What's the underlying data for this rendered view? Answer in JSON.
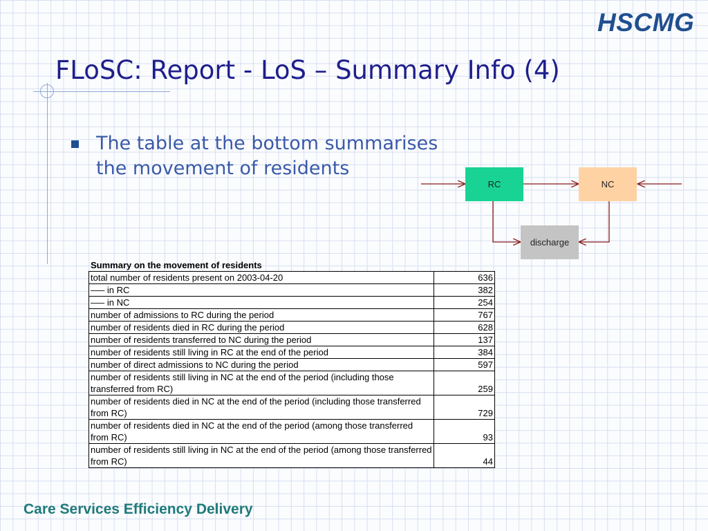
{
  "logo": "HSCMG",
  "title": "FLoSC: Report - LoS – Summary Info (4)",
  "bullet": {
    "line1": "The table at the bottom summarises",
    "line2": "the movement of residents"
  },
  "flow": {
    "rc": "RC",
    "nc": "NC",
    "discharge": "discharge",
    "colors": {
      "rc": "#19d394",
      "nc": "#ffd2a4",
      "discharge": "#c4c4c4",
      "arrow": "#8b1a1a"
    }
  },
  "summary": {
    "title": "Summary on the movement of residents",
    "rows": [
      {
        "label": "total number of residents present on 2003-04-20",
        "value": "636"
      },
      {
        "label": "—– in RC",
        "value": "382"
      },
      {
        "label": "—– in NC",
        "value": "254"
      },
      {
        "label": "number of admissions to RC during the period",
        "value": "767"
      },
      {
        "label": "number of residents died in RC during the period",
        "value": "628"
      },
      {
        "label": "number of residents transferred to NC during the period",
        "value": "137"
      },
      {
        "label": "number of residents still living in RC at the end of the period",
        "value": "384"
      },
      {
        "label": "number of direct admissions to NC during the period",
        "value": "597"
      },
      {
        "label": "number of residents still living in NC at the end of the period (including those transferred from RC)",
        "value": "259"
      },
      {
        "label": "number of residents died in NC at the end of the period (including those transferred from RC)",
        "value": "729"
      },
      {
        "label": "number of residents died in NC at the end of the period (among those transferred from RC)",
        "value": "93"
      },
      {
        "label": "number of residents still living in NC at the end of the period (among those transferred from RC)",
        "value": "44"
      }
    ]
  },
  "footer": "Care Services Efficiency Delivery"
}
